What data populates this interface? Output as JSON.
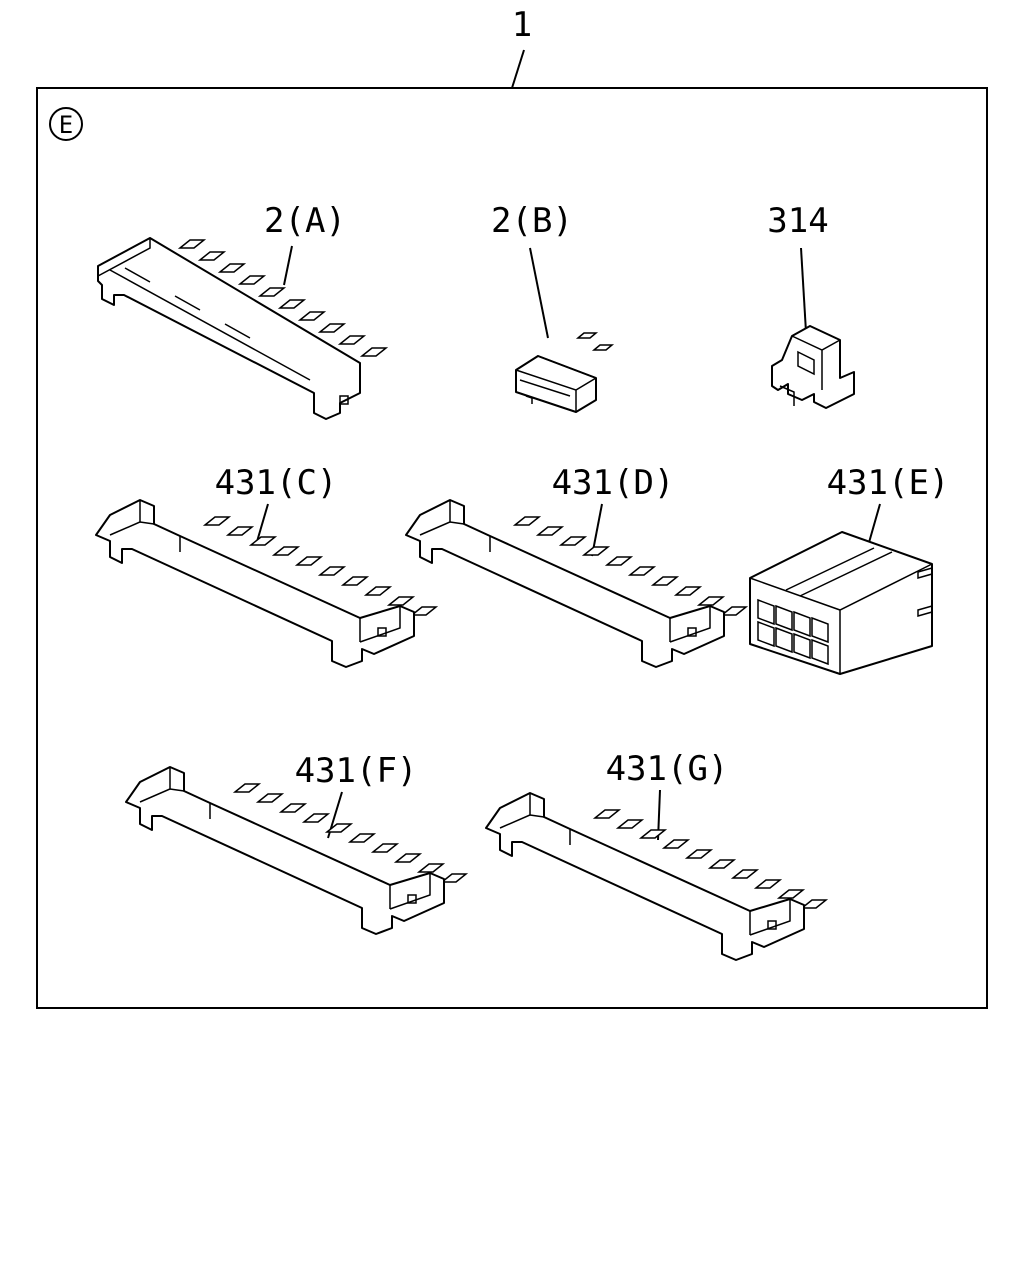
{
  "diagram": {
    "main_callout": "1",
    "section_marker": "E",
    "parts": [
      {
        "id": "2a",
        "label": "2(A)"
      },
      {
        "id": "2b",
        "label": "2(B)"
      },
      {
        "id": "314",
        "label": "314"
      },
      {
        "id": "431c",
        "label": "431(C)"
      },
      {
        "id": "431d",
        "label": "431(D)"
      },
      {
        "id": "431e",
        "label": "431(E)"
      },
      {
        "id": "431f",
        "label": "431(F)"
      },
      {
        "id": "431g",
        "label": "431(G)"
      }
    ]
  }
}
